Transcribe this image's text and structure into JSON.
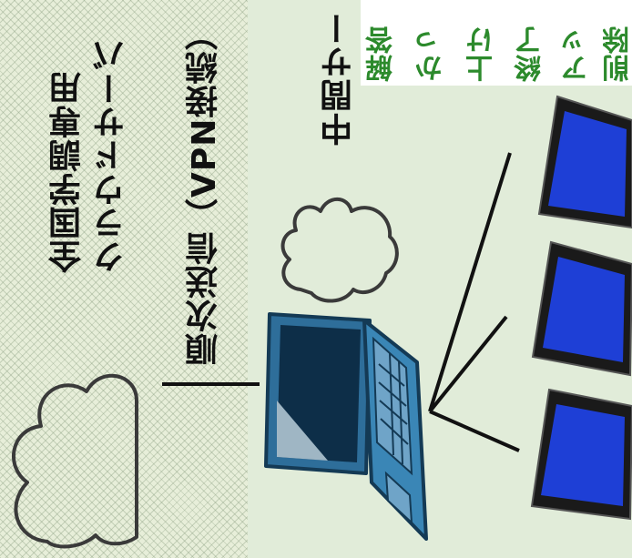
{
  "labels": {
    "national_cloud_line1": "全国学調専用",
    "national_cloud_line2": "クラウドサーバ",
    "sequential_send": "順次送信（VPN接続）",
    "relay_server": "中間サー"
  },
  "notes": [
    "解答",
    "かっ",
    "上け",
    "終了",
    "アッ",
    "削除"
  ],
  "colors": {
    "panel": "#e1ecd9",
    "note_text": "#2c8a2c",
    "laptop_body": "#2e6e9a",
    "laptop_screen": "#0d2e48",
    "tablet_frame": "#1a1a1a",
    "tablet_screen": "#1e3fd6"
  },
  "icons": [
    "cloud-icon",
    "cloud-icon",
    "laptop-icon",
    "tablet-icon",
    "tablet-icon",
    "tablet-icon"
  ]
}
